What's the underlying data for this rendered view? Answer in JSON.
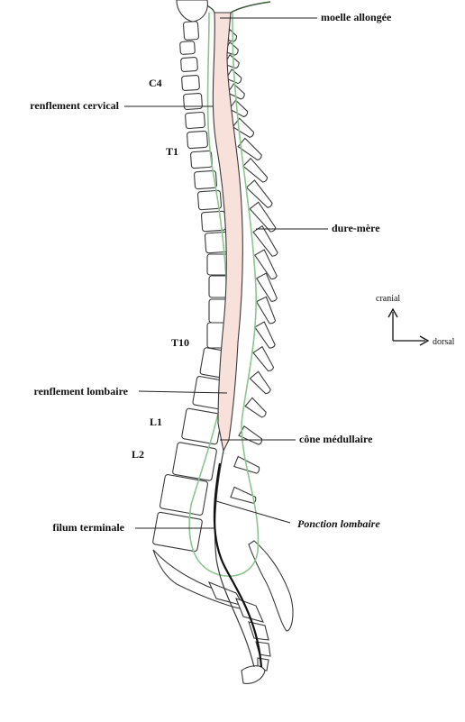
{
  "labels": {
    "moelle": "moelle allongée",
    "renflement_cervical": "renflement cervical",
    "dure_mere": "dure-mère",
    "renflement_lombaire": "renflement lombaire",
    "cone": "cône médullaire",
    "filum": "filum terminale",
    "ponction": "Ponction lombaire"
  },
  "levels": {
    "c4": "C4",
    "t1": "T1",
    "t10": "T10",
    "l1": "L1",
    "l2": "L2"
  },
  "orientation": {
    "up": "cranial",
    "right": "dorsal"
  },
  "colors": {
    "cord_fill": "#f8e1da",
    "dura": "#8cc58f",
    "bone_stroke": "#3a3a3a",
    "needle": "#111111"
  }
}
